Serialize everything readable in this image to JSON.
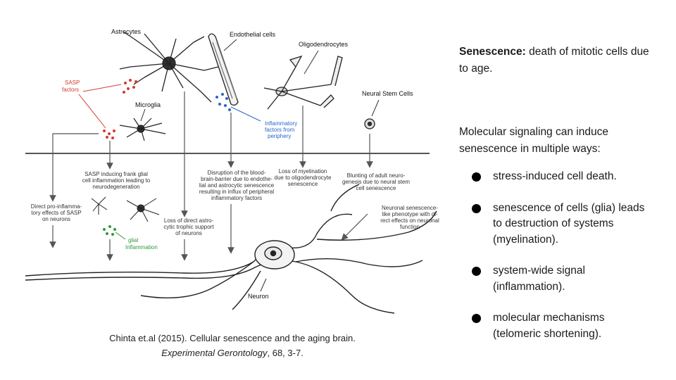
{
  "figure": {
    "labels": {
      "astrocytes": "Astrocytes",
      "endothelial": "Endothelial cells",
      "oligodendrocytes": "Oligodendrocytes",
      "neural_stem": "Neural Stem Cells",
      "sasp_factors_1": "SASP",
      "sasp_factors_2": "factors",
      "microglia": "Microglia",
      "inflam_1": "Inflammatory",
      "inflam_2": "factors from",
      "inflam_3": "periphery",
      "neuron": "Neuron",
      "glial_1": "glial",
      "glial_2": "Inflammation"
    },
    "effects": {
      "pro_inflam": [
        "Direct pro-inflamma-",
        "tory effects of SASP",
        "on neurons"
      ],
      "sasp_glial": [
        "SASP inducing frank glial",
        "cell inflammation leading to",
        "neurodegeneration"
      ],
      "trophic": [
        "Loss of direct astro-",
        "cytic trophic support",
        "of neurons"
      ],
      "bbb": [
        "Disruption of the blood-",
        "brain-barrier due to endothe-",
        "lial and astrocytic senescence",
        "resulting in influx of peripheral",
        "inflammatory factors"
      ],
      "myelin": [
        "Loss of myelination",
        "due to oligodendrocyte",
        "senescence"
      ],
      "blunting": [
        "Blunting of adult neuro-",
        "genesis due to neural stem",
        "cell senescence"
      ],
      "neuronal": [
        "Neuronal senescence-",
        "like phenotype with di-",
        "rect effects on neuronal",
        "function"
      ]
    }
  },
  "caption": {
    "line1": "Chinta et.al (2015). Cellular senescence and the aging brain.",
    "journal": "Experimental Gerontology",
    "rest": ", 68, 3-7."
  },
  "definition": {
    "term": "Senescence:",
    "text": " death of mitotic cells due to age."
  },
  "intro": "Molecular signaling can induce senescence in multiple ways:",
  "bullets": [
    "stress-induced cell death.",
    "senescence of cells (glia) leads to destruction of systems (myelination).",
    "system-wide signal (inflammation).",
    "molecular mechanisms (telomeric shortening)."
  ],
  "colors": {
    "sasp": "#d33b2c",
    "inflammatory": "#2a66c9",
    "glial": "#2e9a3a"
  }
}
